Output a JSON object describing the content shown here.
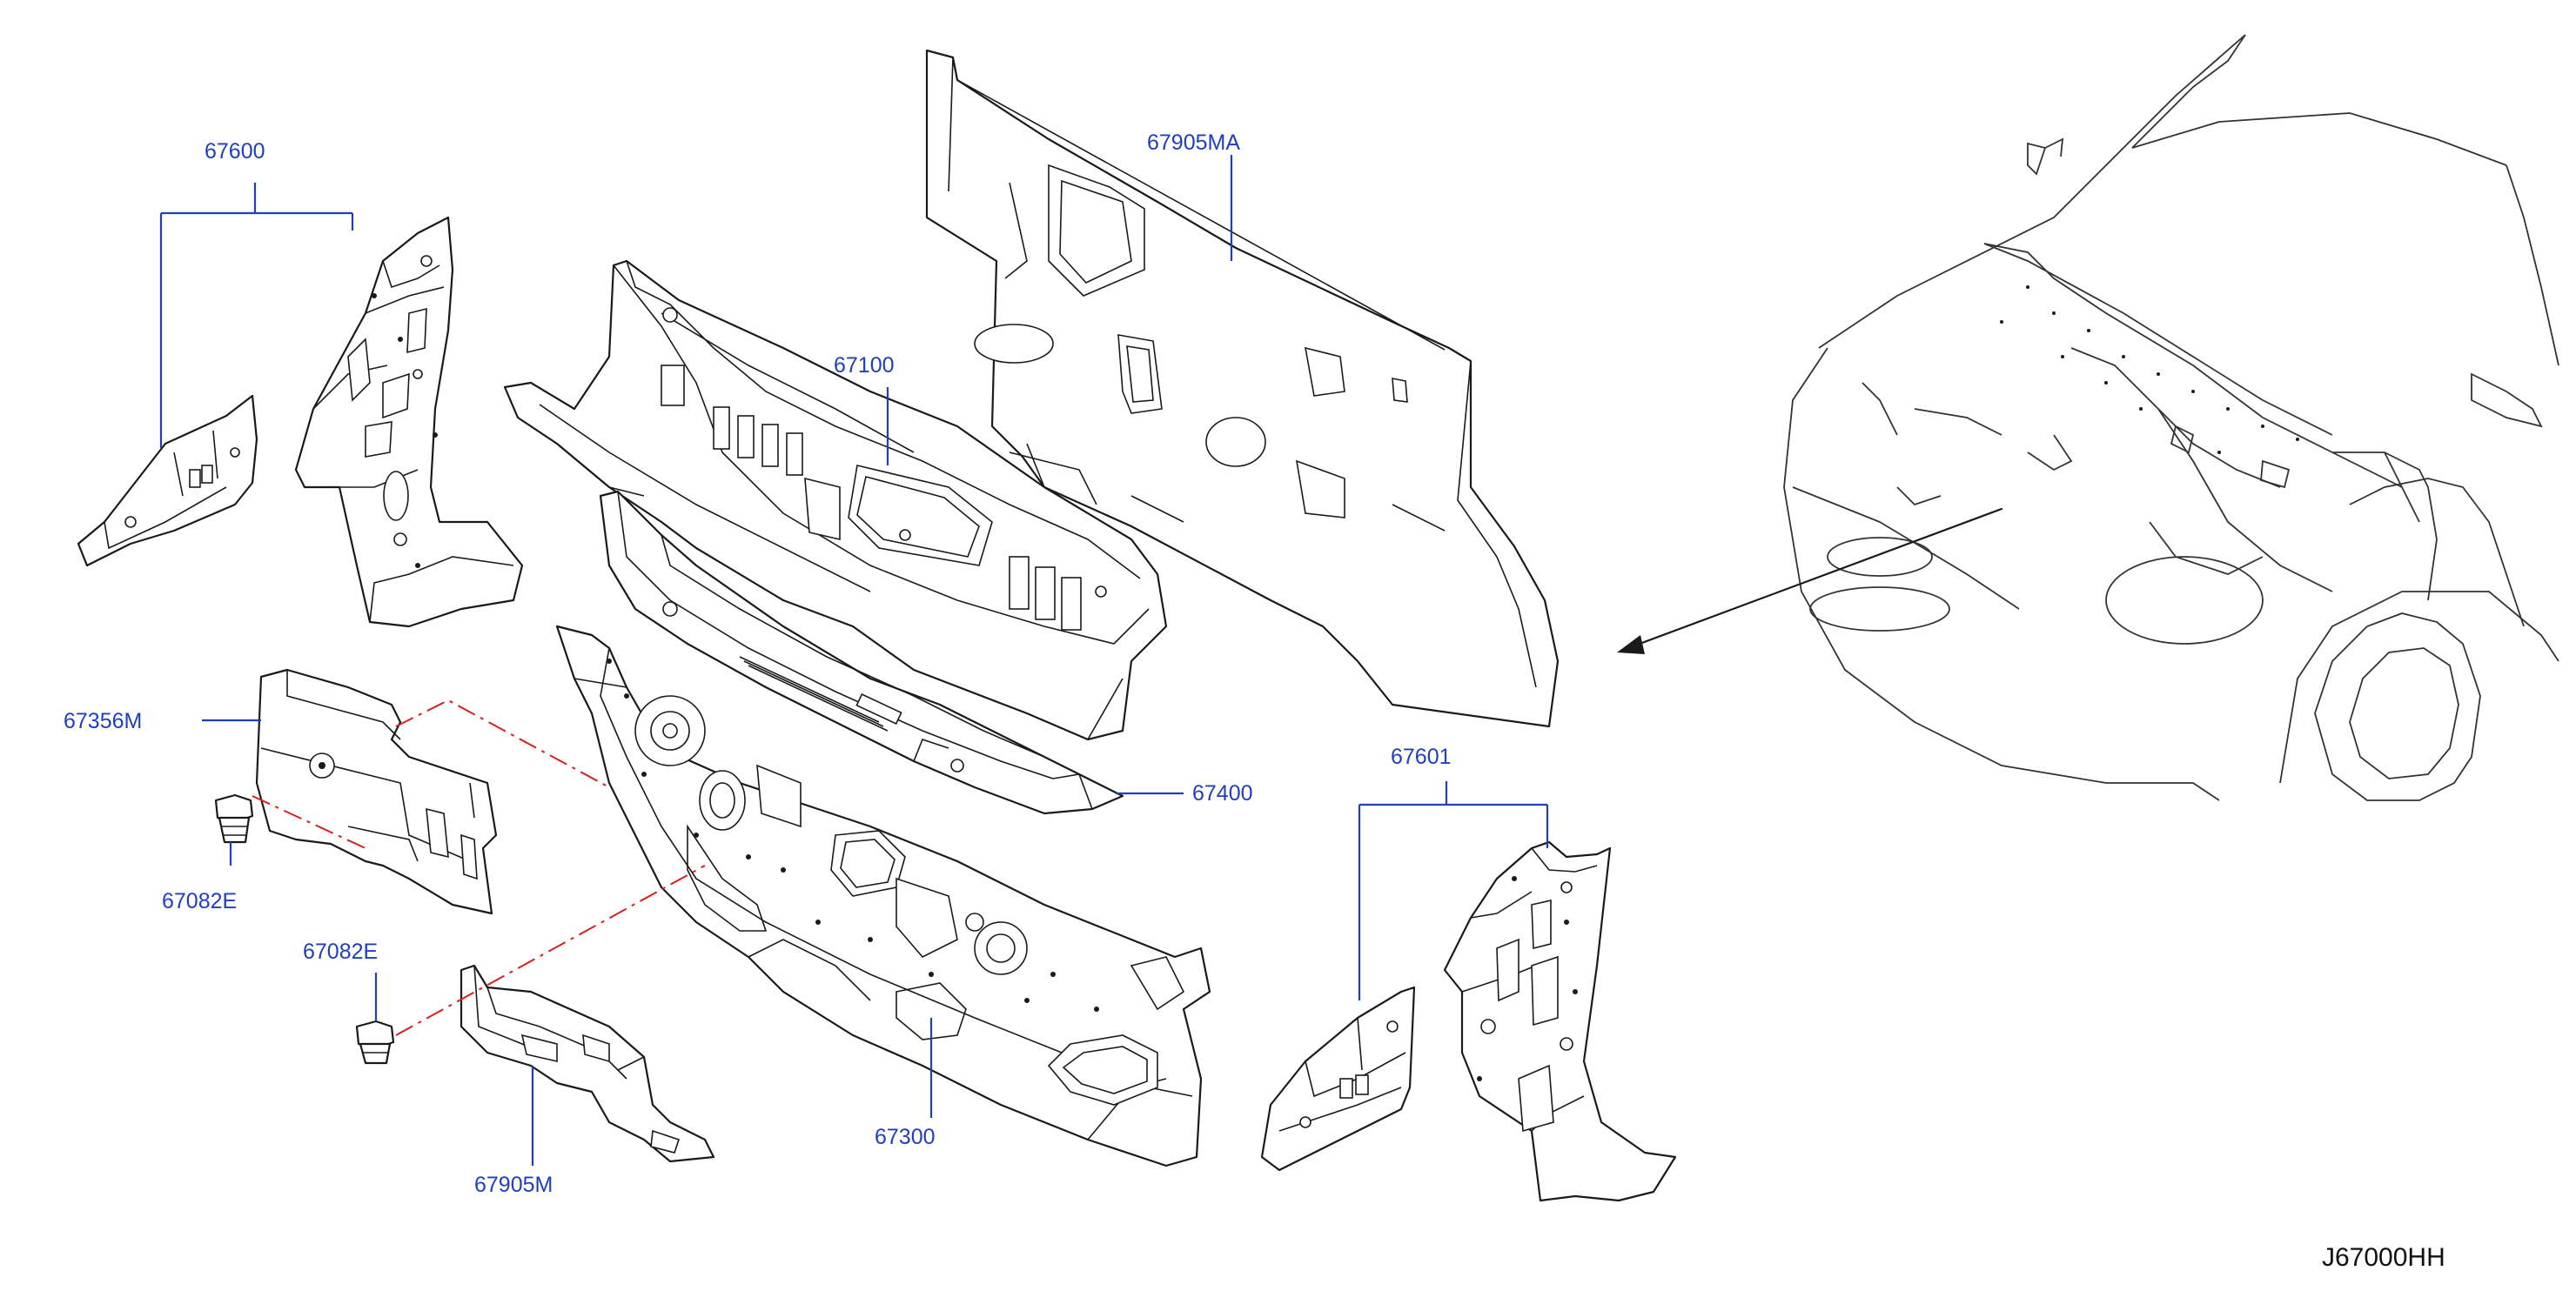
{
  "diagram": {
    "drawing_code": "J67000HH",
    "colors": {
      "callout_text": "#1f3fbf",
      "leader_line": "#1f3fbf",
      "alignment_dash": "#d42020",
      "part_outline": "#1a1a1a"
    },
    "callouts": {
      "p67600": "67600",
      "p67905MA": "67905MA",
      "p67100": "67100",
      "p67356M": "67356M",
      "p67400": "67400",
      "p67601": "67601",
      "p67082E_a": "67082E",
      "p67082E_b": "67082E",
      "p67300": "67300",
      "p67905M": "67905M"
    }
  }
}
